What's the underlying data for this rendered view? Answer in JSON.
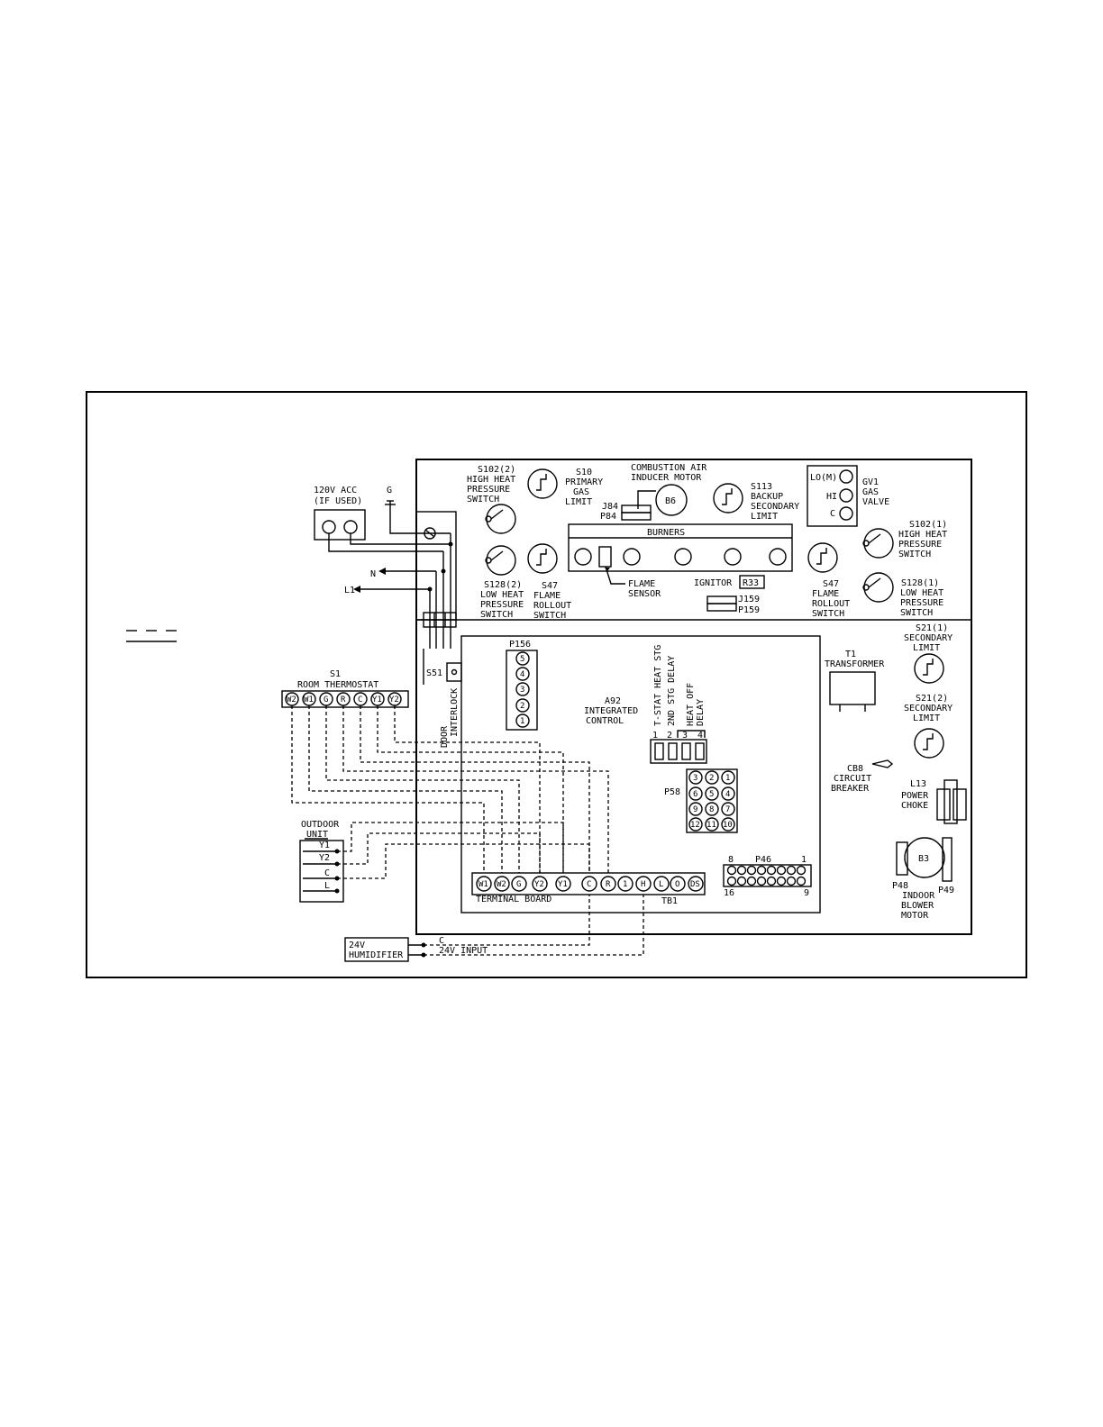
{
  "acc120": {
    "line1": "120V ACC",
    "line2": "(IF USED)"
  },
  "ground": {
    "label": "G"
  },
  "mains": {
    "neutral": "N",
    "line": "L1"
  },
  "s102_2": [
    "S102(2)",
    "HIGH HEAT",
    "PRESSURE",
    "SWITCH"
  ],
  "s128_2": [
    "S128(2)",
    "LOW HEAT",
    "PRESSURE",
    "SWITCH"
  ],
  "s10": [
    "S10",
    "PRIMARY",
    "GAS",
    "LIMIT"
  ],
  "s47_left": [
    "S47",
    "FLAME",
    "ROLLOUT",
    "SWITCH"
  ],
  "inducer": {
    "title1": "COMBUSTION AIR",
    "title2": "INDUCER MOTOR",
    "motor": "B6",
    "j84": "J84",
    "p84": "P84"
  },
  "s113": [
    "S113",
    "BACKUP",
    "SECONDARY",
    "LIMIT"
  ],
  "burners": {
    "title": "BURNERS",
    "ignitor": "IGNITOR",
    "r33": "R33",
    "flame1": "FLAME",
    "flame2": "SENSOR"
  },
  "j159": {
    "j": "J159",
    "p": "P159"
  },
  "gasvalve": {
    "lo": "LO(M)",
    "hi": "HI",
    "c": "C",
    "lines": [
      "GV1",
      "GAS",
      "VALVE"
    ]
  },
  "s102_1": [
    "S102(1)",
    "HIGH HEAT",
    "PRESSURE",
    "SWITCH"
  ],
  "s128_1": [
    "S128(1)",
    "LOW HEAT",
    "PRESSURE",
    "SWITCH"
  ],
  "s47_right": [
    "S47",
    "FLAME",
    "ROLLOUT",
    "SWITCH"
  ],
  "s21_1": [
    "S21(1)",
    "SECONDARY",
    "LIMIT"
  ],
  "s21_2": [
    "S21(2)",
    "SECONDARY",
    "LIMIT"
  ],
  "transformer": [
    "T1",
    "TRANSFORMER"
  ],
  "breaker": [
    "CB8",
    "CIRCUIT",
    "BREAKER"
  ],
  "choke": [
    "L13",
    "POWER",
    "CHOKE"
  ],
  "blower": {
    "motor": "B3",
    "p48": "P48",
    "p49": "P49",
    "lines": [
      "INDOOR",
      "BLOWER",
      "MOTOR"
    ]
  },
  "thermostat": {
    "s1": "S1",
    "title": "ROOM THERMOSTAT",
    "terminals": [
      "W2",
      "W1",
      "G",
      "R",
      "C",
      "Y1",
      "Y2"
    ]
  },
  "outdoor": {
    "title1": "OUTDOOR",
    "title2": "UNIT",
    "terminals": [
      "Y1",
      "Y2",
      "C",
      "L"
    ]
  },
  "door": {
    "s51": "S51",
    "line1": "DOOR",
    "line2": "INTERLOCK"
  },
  "p156": {
    "title": "P156",
    "pins": [
      "5",
      "4",
      "3",
      "2",
      "1"
    ]
  },
  "control": {
    "line1": "A92",
    "line2": "INTEGRATED",
    "line3": "CONTROL"
  },
  "dip": {
    "label1": "T-STAT HEAT STG",
    "label2": "2ND STG DELAY",
    "label3a": "HEAT OFF",
    "label3b": "DELAY",
    "nums": [
      "1",
      "2",
      "3",
      "4"
    ]
  },
  "p58": {
    "title": "P58",
    "pins": [
      "3",
      "2",
      "1",
      "6",
      "5",
      "4",
      "9",
      "8",
      "7",
      "12",
      "11",
      "10"
    ]
  },
  "p46": {
    "title": "P46",
    "n8": "8",
    "n1": "1",
    "n16": "16",
    "n9": "9"
  },
  "terminal_board": {
    "title": "TERMINAL BOARD",
    "tb": "TB1",
    "terminals": [
      "W1",
      "W2",
      "G",
      "Y2",
      "Y1",
      "C",
      "R",
      "1",
      "H",
      "L",
      "O",
      "DS"
    ]
  },
  "humidifier": {
    "line1": "24V",
    "line2": "HUMIDIFIER",
    "c": "C",
    "input": "24V INPUT"
  }
}
